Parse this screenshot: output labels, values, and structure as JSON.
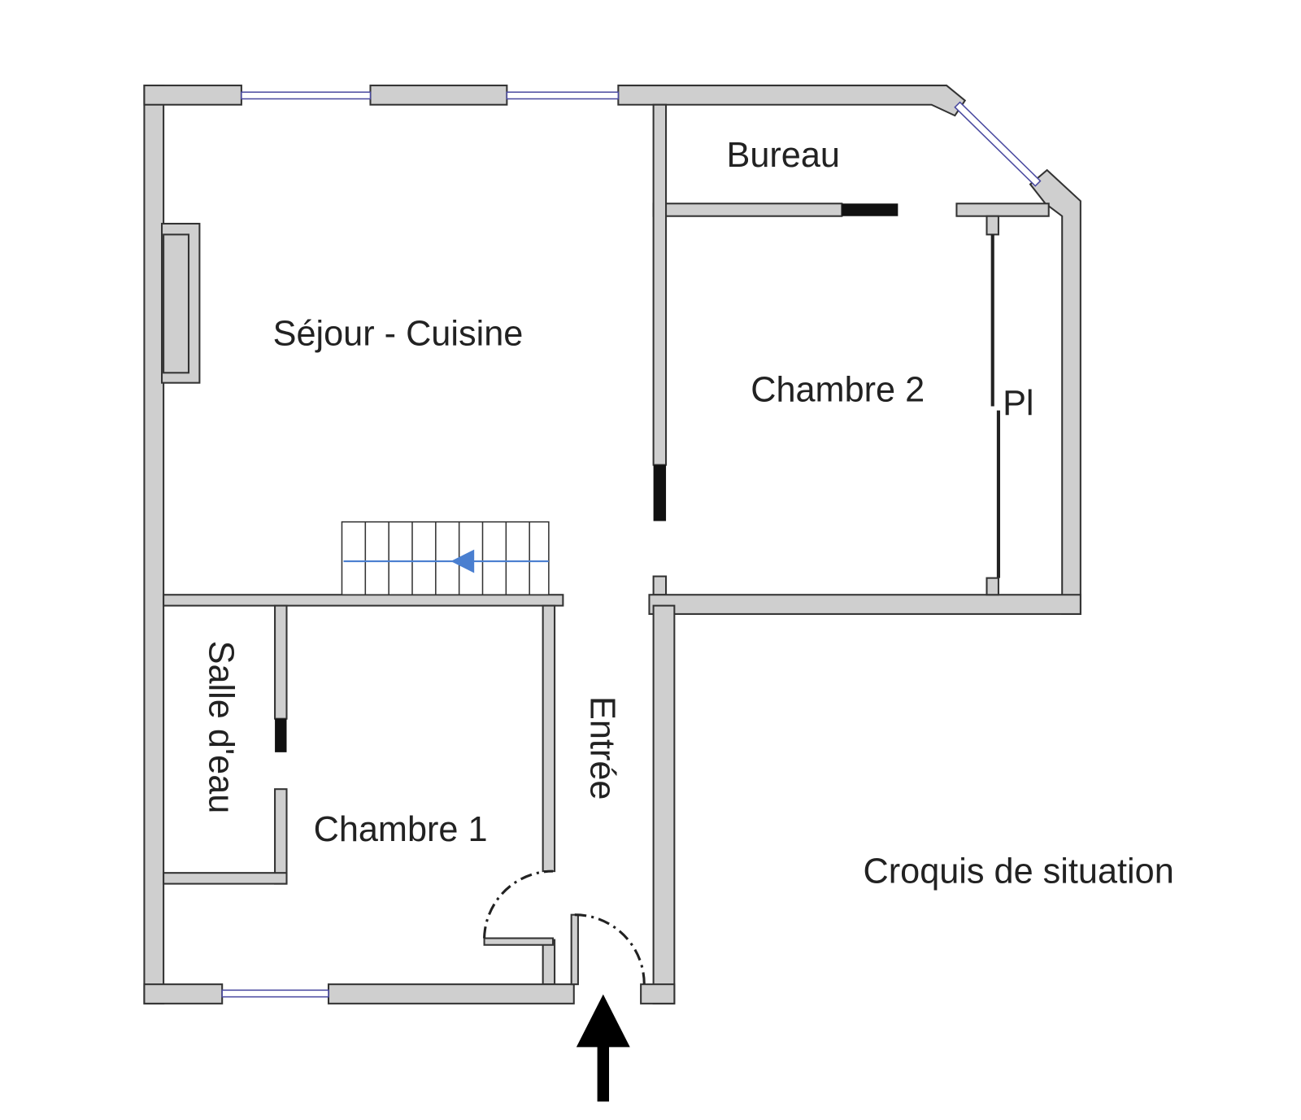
{
  "title": "Croquis de situation",
  "rooms": {
    "sejour": "Séjour - Cuisine",
    "bureau": "Bureau",
    "chambre2": "Chambre 2",
    "placard": "Pl",
    "salle_eau": "Salle d'eau",
    "entree": "Entrée",
    "chambre1": "Chambre 1"
  },
  "colors": {
    "wall": "#cfcfcf",
    "window": "#4a4aa0",
    "stair_arrow": "#4a7fd0"
  }
}
